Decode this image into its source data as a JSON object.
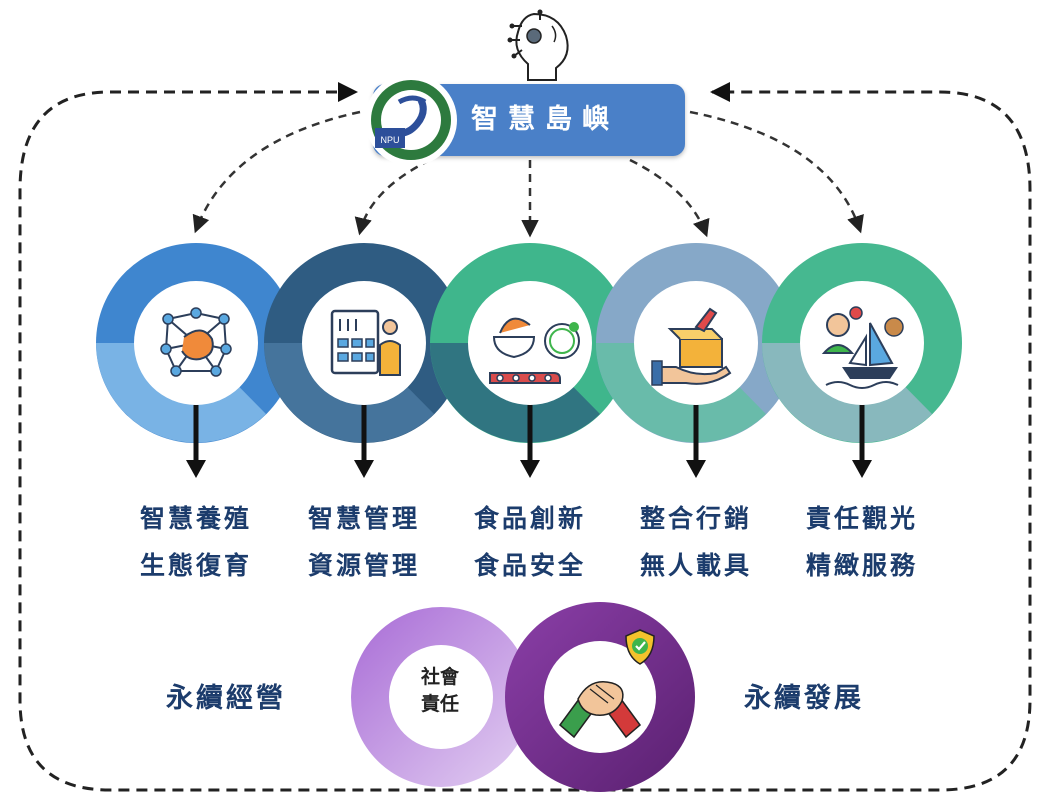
{
  "title": "智慧島嶼",
  "logo": {
    "text": "NPU"
  },
  "modules": [
    {
      "lines": [
        "智慧養殖",
        "生態復育"
      ],
      "ring_color": "#3f86cf",
      "ring_light": "#8ec2ec",
      "icon": "shrimp-network-icon"
    },
    {
      "lines": [
        "智慧管理",
        "資源管理"
      ],
      "ring_color": "#2f5c82",
      "ring_light": "#4d7ca4",
      "icon": "control-panel-icon"
    },
    {
      "lines": [
        "食品創新",
        "食品安全"
      ],
      "ring_color": "#3fb68c",
      "ring_light": "#2c5f7e",
      "icon": "food-safety-icon"
    },
    {
      "lines": [
        "整合行銷",
        "無人載具"
      ],
      "ring_color": "#86a8c8",
      "ring_light": "#5fc2a0",
      "icon": "marketing-box-icon"
    },
    {
      "lines": [
        "責任觀光",
        "精緻服務"
      ],
      "ring_color": "#46b890",
      "ring_light": "#9fb8cc",
      "icon": "tourism-boat-icon"
    }
  ],
  "bottom": {
    "left_label": "永續經營",
    "right_label": "永續發展",
    "social_lines": [
      "社會",
      "責任"
    ]
  },
  "colors": {
    "title_box": "#4a80c8",
    "label_text": "#1c3c6c",
    "purple_light": "#c7a6e0",
    "purple_mid": "#9b5fd0",
    "purple_dark": "#6a2c82"
  }
}
